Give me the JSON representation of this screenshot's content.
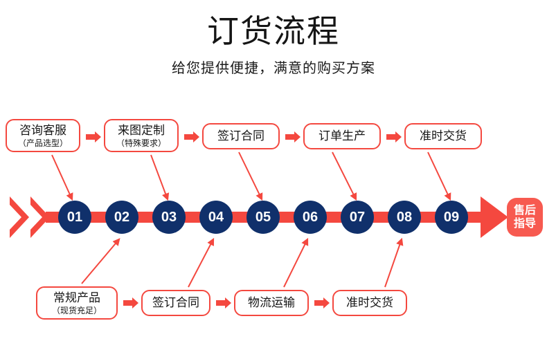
{
  "header": {
    "title": "订货流程",
    "subtitle": "给您提供便捷，满意的购买方案"
  },
  "colors": {
    "red": "#f4483f",
    "red_light": "#f75a50",
    "navy": "#10306b",
    "text": "#151515",
    "background": "#ffffff"
  },
  "top_row": {
    "boxes": [
      {
        "line1": "咨询客服",
        "line2": "（产品选型）"
      },
      {
        "line1": "来图定制",
        "line2": "（特殊要求）"
      },
      {
        "line1": "签订合同",
        "line2": ""
      },
      {
        "line1": "订单生产",
        "line2": ""
      },
      {
        "line1": "准时交货",
        "line2": ""
      }
    ]
  },
  "bottom_row": {
    "boxes": [
      {
        "line1": "常规产品",
        "line2": "（现货充足）"
      },
      {
        "line1": "签订合同",
        "line2": ""
      },
      {
        "line1": "物流运输",
        "line2": ""
      },
      {
        "line1": "准时交货",
        "line2": ""
      }
    ]
  },
  "timeline": {
    "steps": [
      "01",
      "02",
      "03",
      "04",
      "05",
      "06",
      "07",
      "08",
      "09"
    ],
    "end_badge": {
      "line1": "售后",
      "line2": "指导"
    },
    "chevron_count": 2
  }
}
